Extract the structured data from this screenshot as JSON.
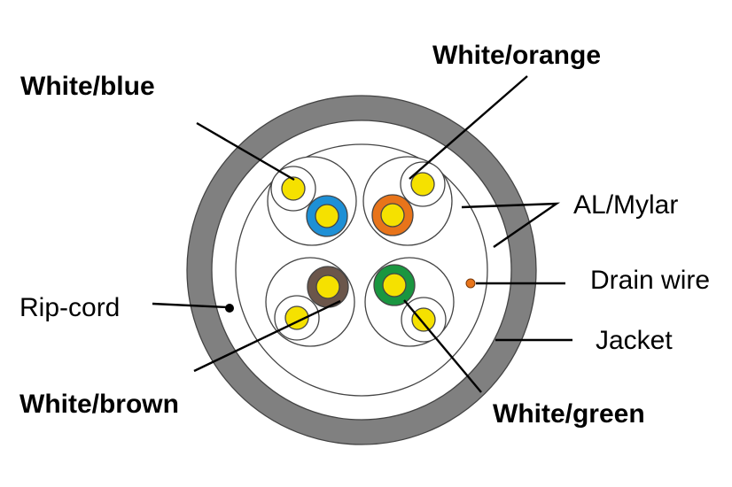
{
  "labels": {
    "white_blue": "White/blue",
    "white_orange": "White/orange",
    "al_mylar": "AL/Mylar",
    "drain_wire": "Drain wire",
    "rip_cord": "Rip-cord",
    "jacket": "Jacket",
    "white_brown": "White/brown",
    "white_green": "White/green"
  },
  "colors": {
    "jacket": "#808080",
    "inner_fill": "#ffffff",
    "conductor_core": "#f5e100",
    "blue": "#1e90d6",
    "orange": "#e8741a",
    "brown": "#6b564b",
    "green": "#1a9640",
    "white_insulation": "#ffffff",
    "drain_wire": "#e8741a",
    "rip_cord": "#000000"
  }
}
